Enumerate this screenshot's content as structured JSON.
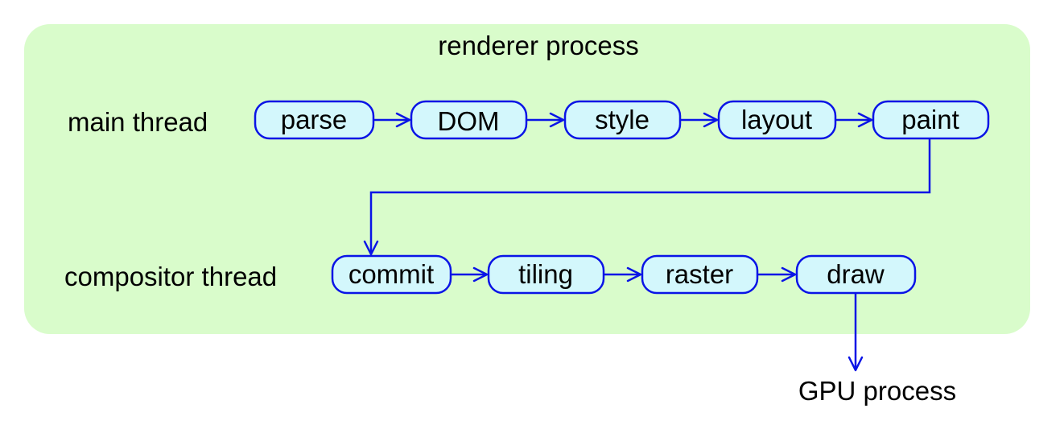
{
  "diagram": {
    "container": {
      "title": "renderer process",
      "fill": "#d9fccb"
    },
    "rows": [
      {
        "id": "main",
        "label": "main thread",
        "stages": [
          "parse",
          "DOM",
          "style",
          "layout",
          "paint"
        ]
      },
      {
        "id": "compositor",
        "label": "compositor thread",
        "stages": [
          "commit",
          "tiling",
          "raster",
          "draw"
        ]
      }
    ],
    "output": {
      "label": "GPU process"
    },
    "edges": [
      {
        "from": "parse",
        "to": "DOM"
      },
      {
        "from": "DOM",
        "to": "style"
      },
      {
        "from": "style",
        "to": "layout"
      },
      {
        "from": "layout",
        "to": "paint"
      },
      {
        "from": "paint",
        "to": "commit"
      },
      {
        "from": "commit",
        "to": "tiling"
      },
      {
        "from": "tiling",
        "to": "raster"
      },
      {
        "from": "raster",
        "to": "draw"
      },
      {
        "from": "draw",
        "to": "GPU process"
      }
    ],
    "colors": {
      "stage_fill": "#d3f7fc",
      "stroke": "#0a14e6",
      "text": "#000000"
    }
  }
}
